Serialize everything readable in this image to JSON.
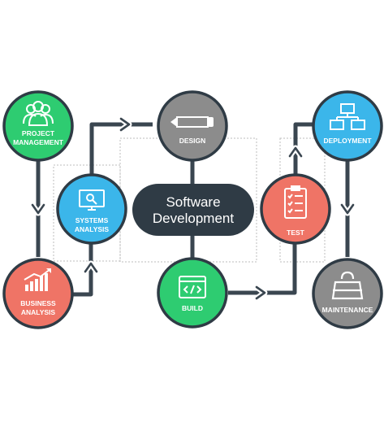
{
  "center": {
    "line1": "Software",
    "line2": "Development"
  },
  "nodes": {
    "project_management": {
      "line1": "PROJECT",
      "line2": "MANAGEMENT",
      "icon": "people-icon",
      "color": "#2ecc71"
    },
    "systems_analysis": {
      "line1": "SYSTEMS",
      "line2": "ANALYSIS",
      "icon": "monitor-search-icon",
      "color": "#3bb6ea"
    },
    "business_analysis": {
      "line1": "BUSINESS",
      "line2": "ANALYSIS",
      "icon": "bar-chart-icon",
      "color": "#ef7466"
    },
    "design": {
      "line1": "DESIGN",
      "icon": "pencil-icon",
      "color": "#8c8c8c"
    },
    "build": {
      "line1": "BUILD",
      "icon": "code-window-icon",
      "color": "#2ecc71"
    },
    "test": {
      "line1": "TEST",
      "icon": "checklist-icon",
      "color": "#ef7466"
    },
    "deployment": {
      "line1": "DEPLOYMENT",
      "icon": "network-icon",
      "color": "#3bb6ea"
    },
    "maintenance": {
      "line1": "MAINTENANCE",
      "icon": "toolbox-icon",
      "color": "#8c8c8c"
    }
  },
  "colors": {
    "line": "#3a4650",
    "center_bg": "#2f3b45",
    "outline": "#2f3b45",
    "dotted": "#bcbcbc"
  }
}
